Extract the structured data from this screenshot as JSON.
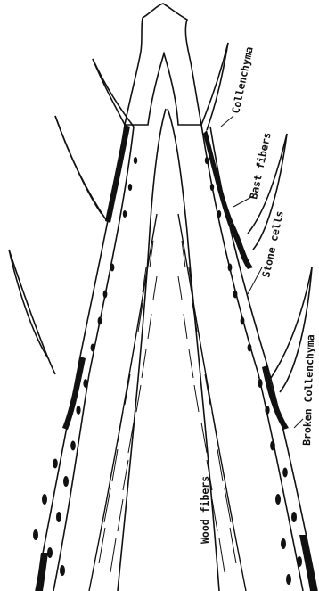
{
  "diagram": {
    "labels": {
      "collenchyma": "Collenchyma",
      "bast_fibers": "Bast fibers",
      "stone_cells": "Stone cells",
      "broken_collenchyma": "Broken Collenchyma",
      "wood_fibers": "Wood fibers"
    },
    "colors": {
      "ink": "#111111",
      "paper": "#ffffff"
    }
  }
}
